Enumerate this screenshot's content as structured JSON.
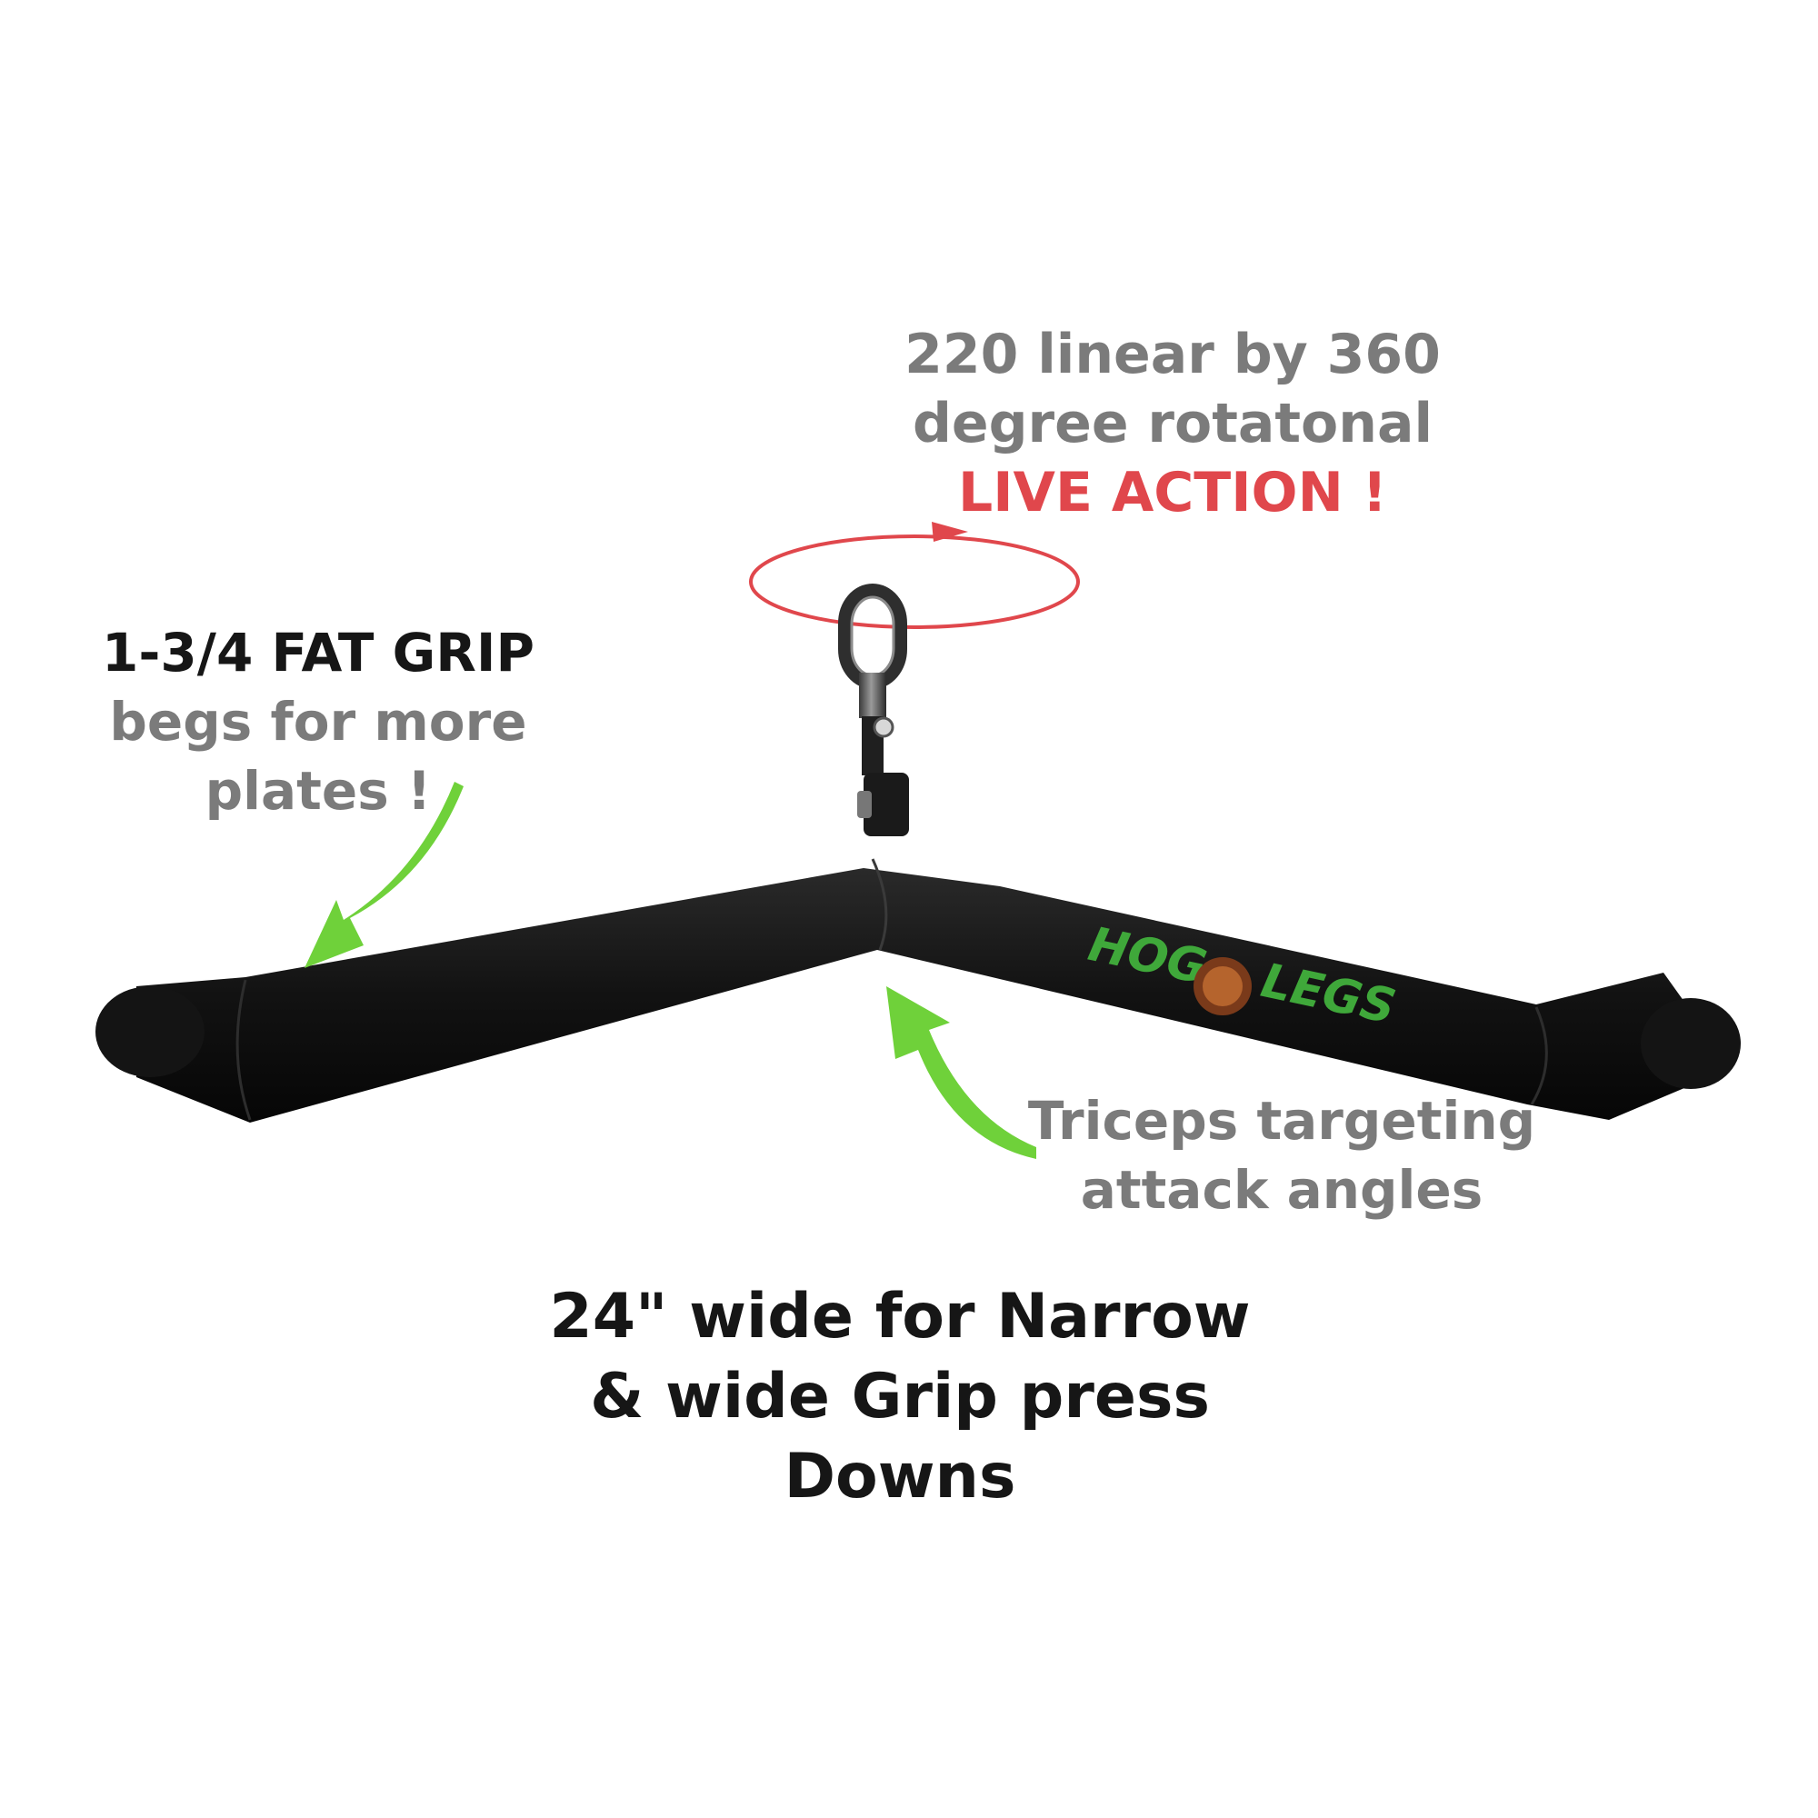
{
  "rotation": {
    "line1": "220 linear by 360",
    "line2": "degree rotatonal",
    "highlight": "LIVE ACTION !"
  },
  "fat_grip": {
    "heading": "1-3/4 FAT GRIP",
    "line2": "begs for more",
    "line3": "plates !"
  },
  "triceps": {
    "line1": "Triceps targeting",
    "line2": "attack  angles"
  },
  "width": {
    "line1": "24\" wide for Narrow",
    "line2": "& wide Grip press",
    "line3": "Downs"
  },
  "logo": {
    "left": "HOG",
    "right": "LEGS"
  },
  "colors": {
    "text_gray": "#7b7b7b",
    "text_dark": "#161616",
    "accent_red": "#e0474c",
    "arrow_green": "#6fd13a",
    "bar_black": "#141414"
  }
}
